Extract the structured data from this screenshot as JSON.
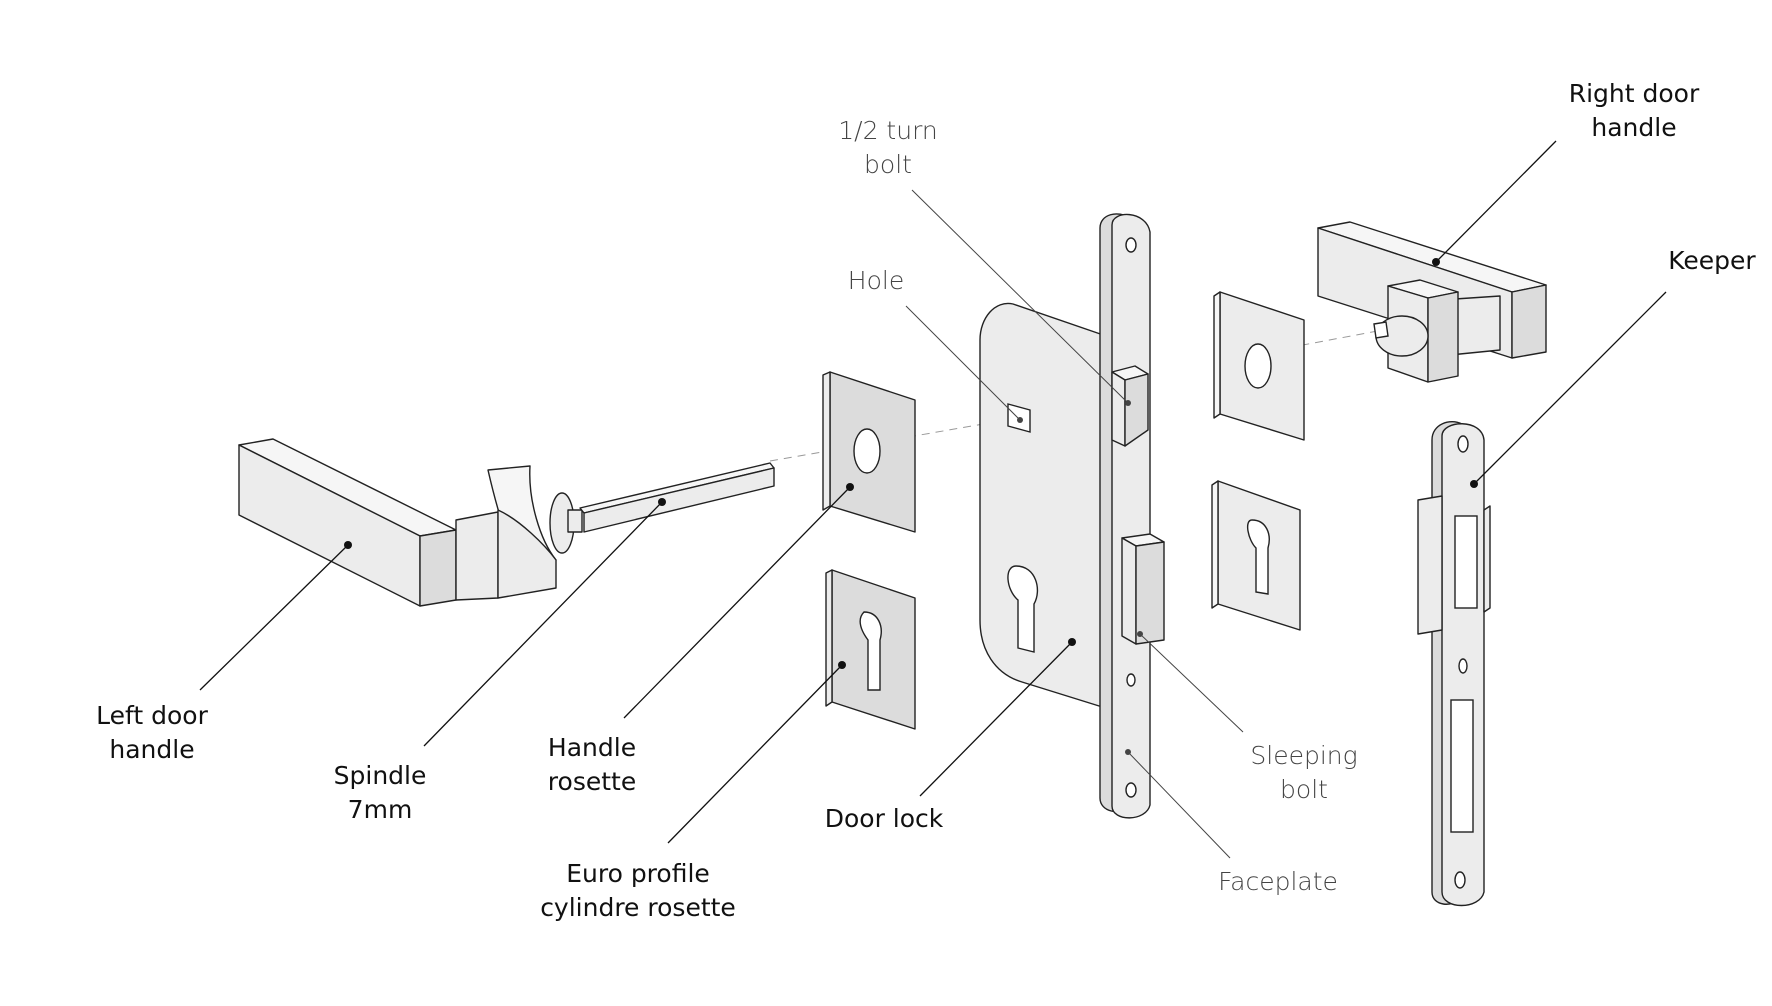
{
  "labels": {
    "half_turn_bolt": [
      "1/2 turn",
      "bolt"
    ],
    "right_door_handle": [
      "Right door",
      "handle"
    ],
    "keeper": [
      "Keeper"
    ],
    "hole": [
      "Hole"
    ],
    "left_door_handle": [
      "Left door",
      "handle"
    ],
    "spindle": [
      "Spindle",
      "7mm"
    ],
    "handle_rosette": [
      "Handle",
      "rosette"
    ],
    "door_lock": [
      "Door lock"
    ],
    "sleeping_bolt": [
      "Sleeping",
      "bolt"
    ],
    "euro_profile_rosette": [
      "Euro profile",
      "cylindre rosette"
    ],
    "faceplate": [
      "Faceplate"
    ]
  },
  "colors": {
    "part_fill": "#ececec",
    "outline": "#222222",
    "label_dark": "#111111",
    "label_light": "#444444"
  }
}
